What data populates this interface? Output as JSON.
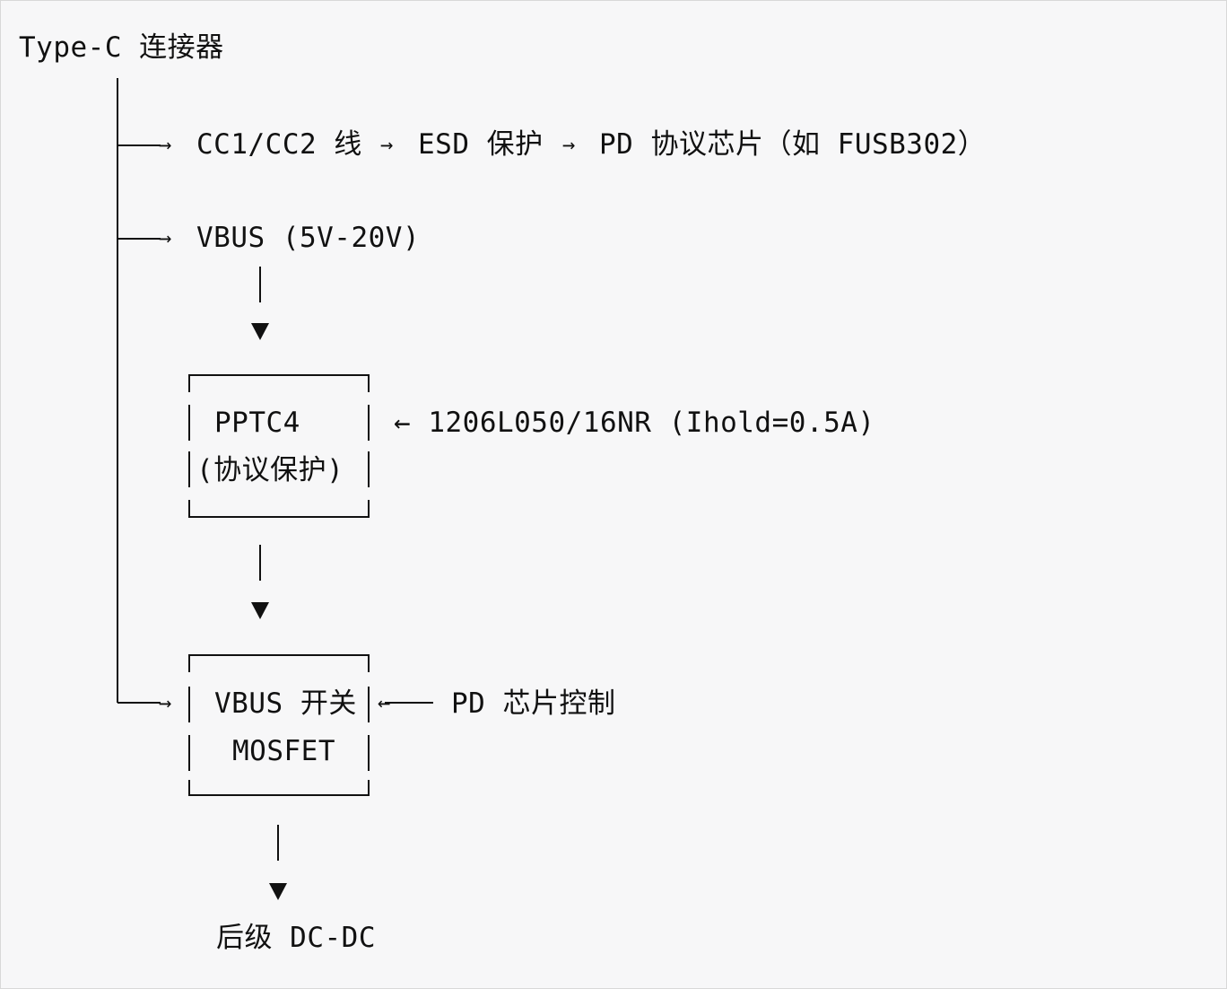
{
  "diagram": {
    "root": "Type-C 连接器",
    "cc_branch": {
      "cc": "CC1/CC2 线",
      "esd": "ESD 保护",
      "pd": "PD 协议芯片（如 FUSB302）"
    },
    "vbus_branch": "VBUS (5V-20V)",
    "pptc_box": {
      "line1": "PPTC4",
      "line2": "(协议保护)"
    },
    "pptc_note": "← 1206L050/16NR (Ihold=0.5A)",
    "switch_box": {
      "line1": "VBUS 开关",
      "line2": "MOSFET"
    },
    "switch_note": "PD 芯片控制",
    "output": "后级 DC-DC",
    "arrow_right": "→"
  }
}
